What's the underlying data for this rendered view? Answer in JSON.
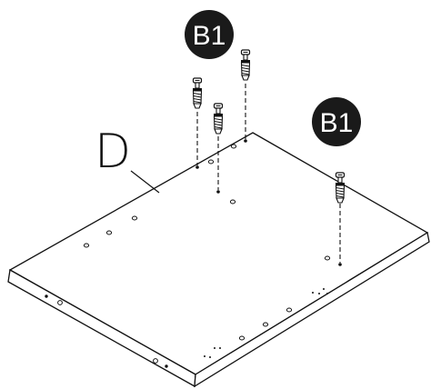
{
  "panel": {
    "label": "D"
  },
  "badges": [
    {
      "text": "B1"
    },
    {
      "text": "B1"
    }
  ],
  "colors": {
    "line": "#111111",
    "badge_fill": "#1a1a1a",
    "badge_text": "#ffffff",
    "background": "#ffffff"
  },
  "icons": [
    "cam-bolt-icon",
    "cam-bolt-icon",
    "cam-bolt-icon",
    "cam-bolt-icon"
  ]
}
